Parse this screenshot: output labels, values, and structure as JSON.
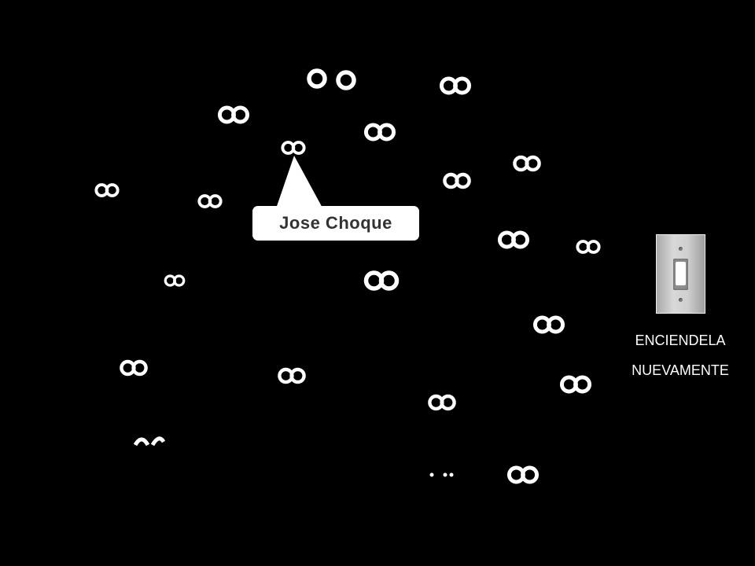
{
  "callout": {
    "name": "Jose Choque"
  },
  "light_switch": {
    "caption_line_1": "ENCIENDELA",
    "caption_line_2": "NUEVAMENTE"
  },
  "colors": {
    "background": "#000000",
    "eyes": "#ffffff",
    "callout_fill": "#ffffff",
    "callout_text": "#333333",
    "caption_text": "#ffffff"
  }
}
